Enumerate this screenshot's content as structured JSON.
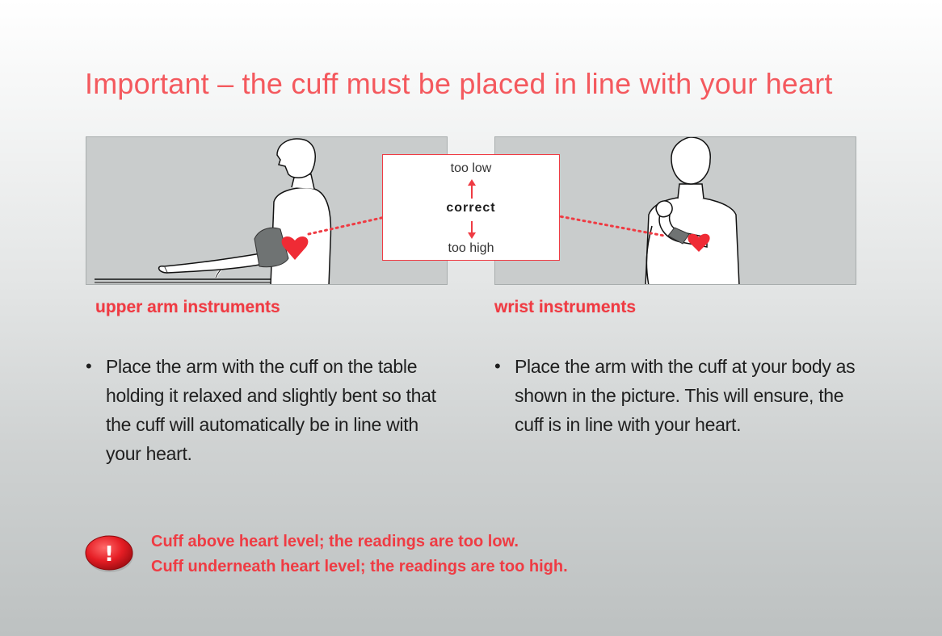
{
  "title": "Important – the cuff must be placed in line with your heart",
  "callout": {
    "too_low": "too low",
    "correct": "correct",
    "too_high": "too high"
  },
  "captions": {
    "upper_arm": "upper arm instruments",
    "wrist": "wrist instruments"
  },
  "bullets": {
    "upper_arm": "Place the arm with the cuff on the table holding it relaxed and slightly bent so that the cuff will automatically be in line with your heart.",
    "wrist": "Place the arm with the cuff at your body as shown in the picture. This will ensure, the cuff is in line with your heart."
  },
  "bullet_symbol": "•",
  "warning": {
    "icon": "exclamation-icon",
    "symbol": "!",
    "line1": "Cuff above heart level; the readings are too low.",
    "line2": "Cuff underneath heart level; the readings are too high."
  },
  "colors": {
    "accent_red": "#ef3b43",
    "panel_gray": "#c9cccc",
    "cuff_gray": "#6f7373"
  }
}
